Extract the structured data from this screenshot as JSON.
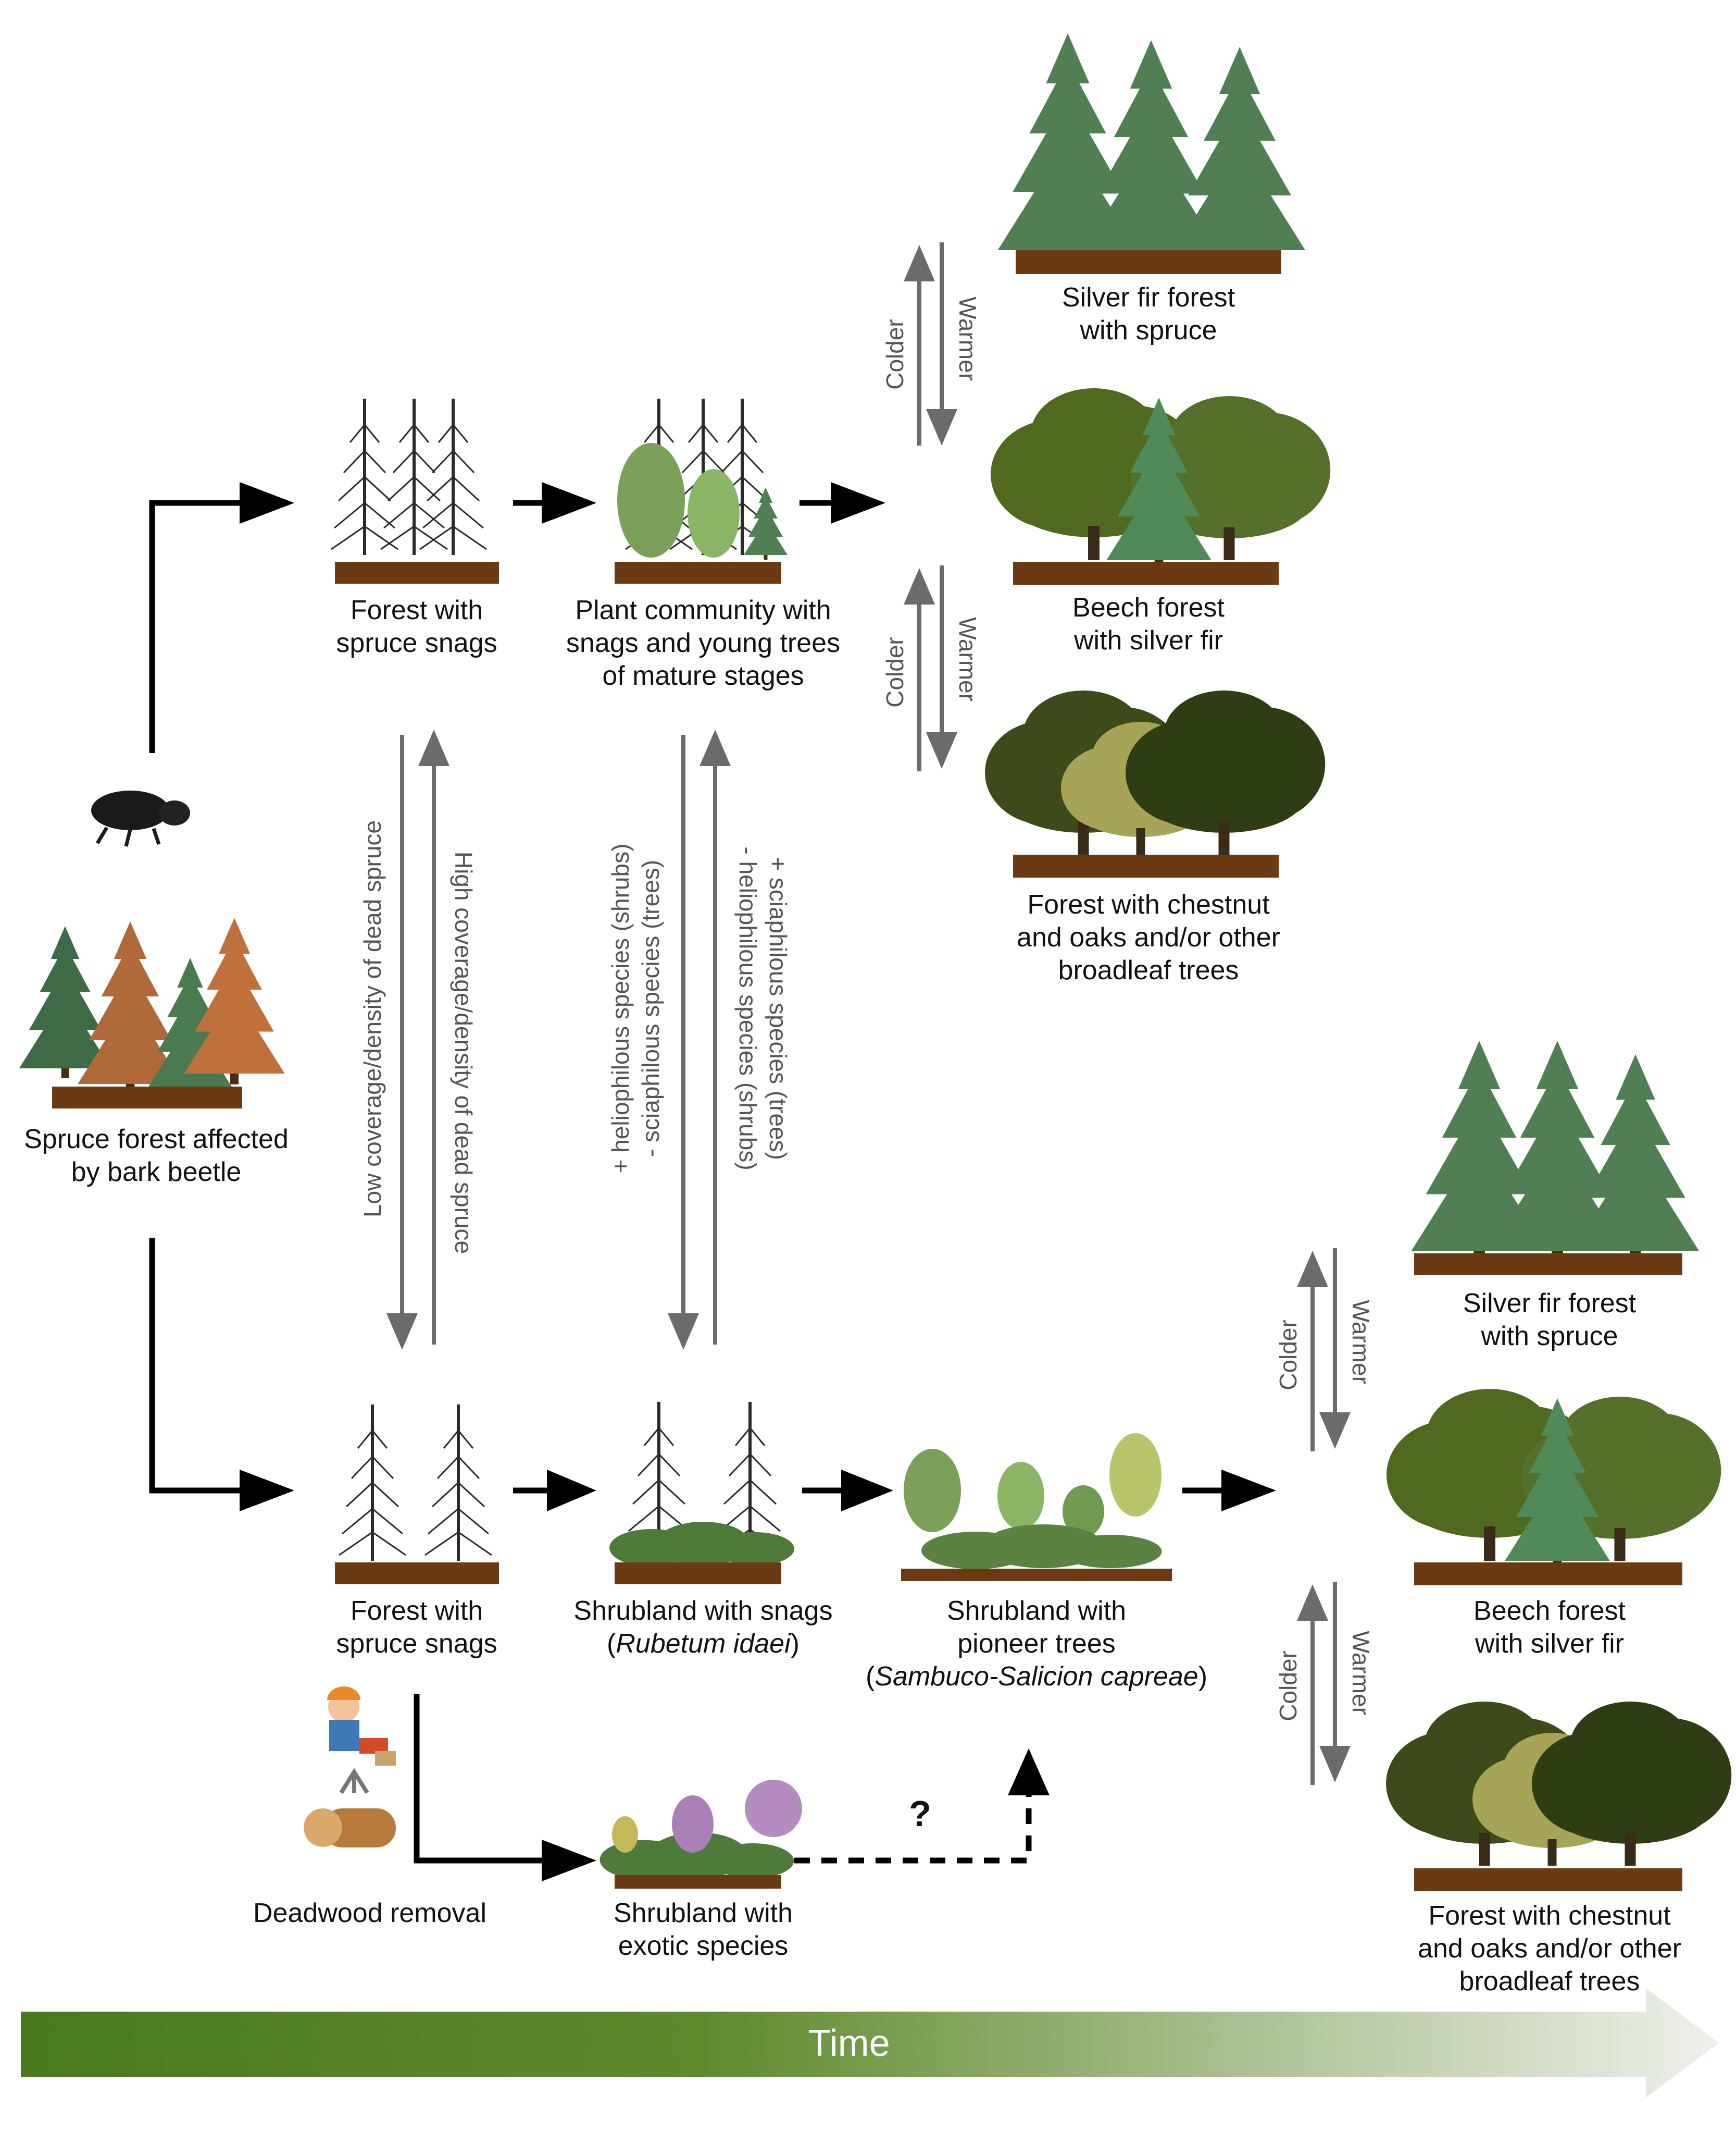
{
  "nodes": {
    "start": [
      "Spruce forest affected",
      "by bark beetle"
    ],
    "top_snags": [
      "Forest with",
      "spruce snags"
    ],
    "top_plant": [
      "Plant community with",
      "snags and young trees",
      "of mature stages"
    ],
    "top_fir": [
      "Silver fir forest",
      "with spruce"
    ],
    "top_beech": [
      "Beech forest",
      "with silver fir"
    ],
    "top_chestnut": [
      "Forest with chestnut",
      "and oaks and/or other",
      "broadleaf trees"
    ],
    "bot_snags": [
      "Forest with",
      "spruce snags"
    ],
    "bot_shrub_snags": {
      "line1": "Shrubland with snags",
      "line2_open": "(",
      "line2_italic": "Rubetum idaei",
      "line2_close": ")"
    },
    "bot_pioneer": {
      "line1": "Shrubland with",
      "line2": "pioneer trees",
      "line3_open": "(",
      "line3_italic": "Sambuco-Salicion capreae",
      "line3_close": ")"
    },
    "bot_fir": [
      "Silver fir forest",
      "with spruce"
    ],
    "bot_beech": [
      "Beech forest",
      "with silver fir"
    ],
    "bot_chestnut": [
      "Forest with chestnut",
      "and oaks and/or other",
      "broadleaf trees"
    ],
    "exotic": [
      "Shrubland with",
      "exotic species"
    ],
    "deadwood": "Deadwood removal"
  },
  "transitions": {
    "colder": "Colder",
    "warmer": "Warmer",
    "low_coverage": "Low coverage/density of dead spruce",
    "high_coverage": "High coverage/density of dead spruce",
    "helio_down": [
      "+ heliophilous species (shrubs)",
      "- sciaphilous species (trees)"
    ],
    "scia_up": [
      "+ sciaphilous species (trees)",
      "- heliophilous species (shrubs)"
    ],
    "unknown": "?"
  },
  "time_label": "Time",
  "colors": {
    "arrow_black": "#000000",
    "arrow_gray": "#6b6b6b",
    "soil": "#6b3a12",
    "time_start": "#4a7a1e",
    "time_end": "#eef0ea",
    "spruce": "#3c6b45",
    "fir": "#4f7f52",
    "beech": "#4f6a1f",
    "chestnut": "#3d4a1a",
    "dead_spruce": "#c0703a",
    "snag": "#2a2a2a"
  }
}
